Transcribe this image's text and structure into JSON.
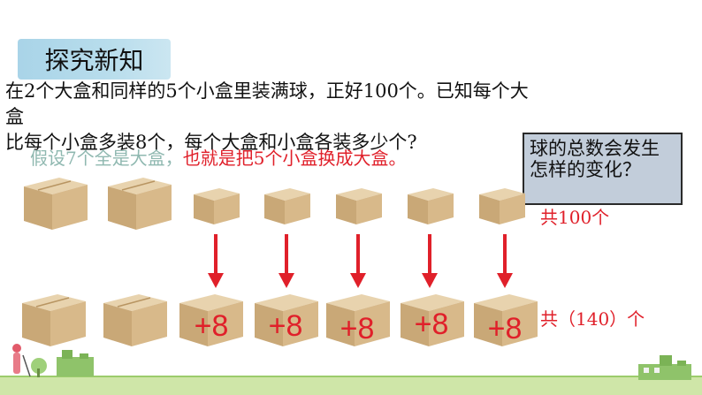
{
  "header": {
    "badge_label": "探究新知"
  },
  "problem": {
    "line1": "在2个大盒和同样的5个小盒里装满球，正好100个。已知每个大盒",
    "line2": "比每个小盒多装8个，每个大盒和小盒各装多少个?"
  },
  "assumption": {
    "gray_part": "假设7个全是大盒，",
    "red_part": "也就是把5个小盒换成大盒。"
  },
  "callout": {
    "text": "球的总数会发生怎样的变化？"
  },
  "totals": {
    "top": "共100个",
    "bottom": "共（140）个"
  },
  "increments": [
    "+8",
    "+8",
    "+8",
    "+8",
    "+8"
  ],
  "colors": {
    "accent_red": "#e0202a",
    "box_tan": "#d2b48c",
    "badge_blue": "#b8ddec"
  }
}
